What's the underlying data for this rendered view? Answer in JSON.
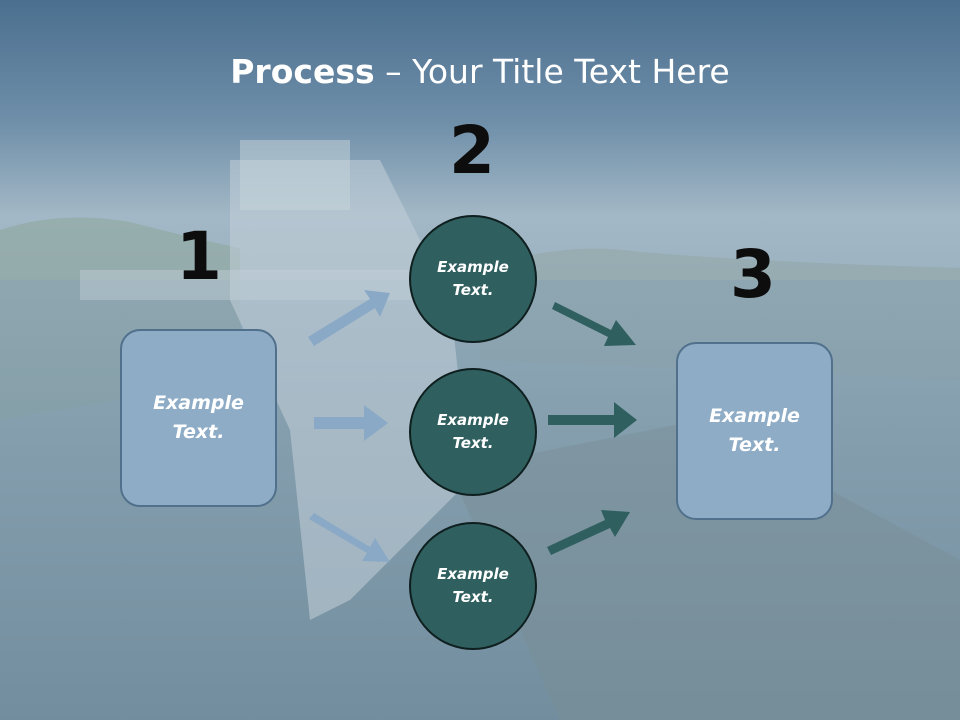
{
  "slide": {
    "title_bold": "Process",
    "title_sep": " – ",
    "title_rest": "Your Title Text Here"
  },
  "steps": [
    {
      "number": "1",
      "label": "Example Text."
    },
    {
      "number": "2",
      "label": "Example Text."
    },
    {
      "number": "3",
      "label": "Example Text."
    }
  ],
  "circles": [
    {
      "label": "Example Text."
    },
    {
      "label": "Example Text."
    },
    {
      "label": "Example Text."
    }
  ],
  "colors": {
    "box_fill": "#8eacc6",
    "box_border": "#51708c",
    "circle_fill": "#2f5f5e",
    "arrow_left": "#8aa9c6",
    "arrow_right": "#2f5f5e"
  }
}
